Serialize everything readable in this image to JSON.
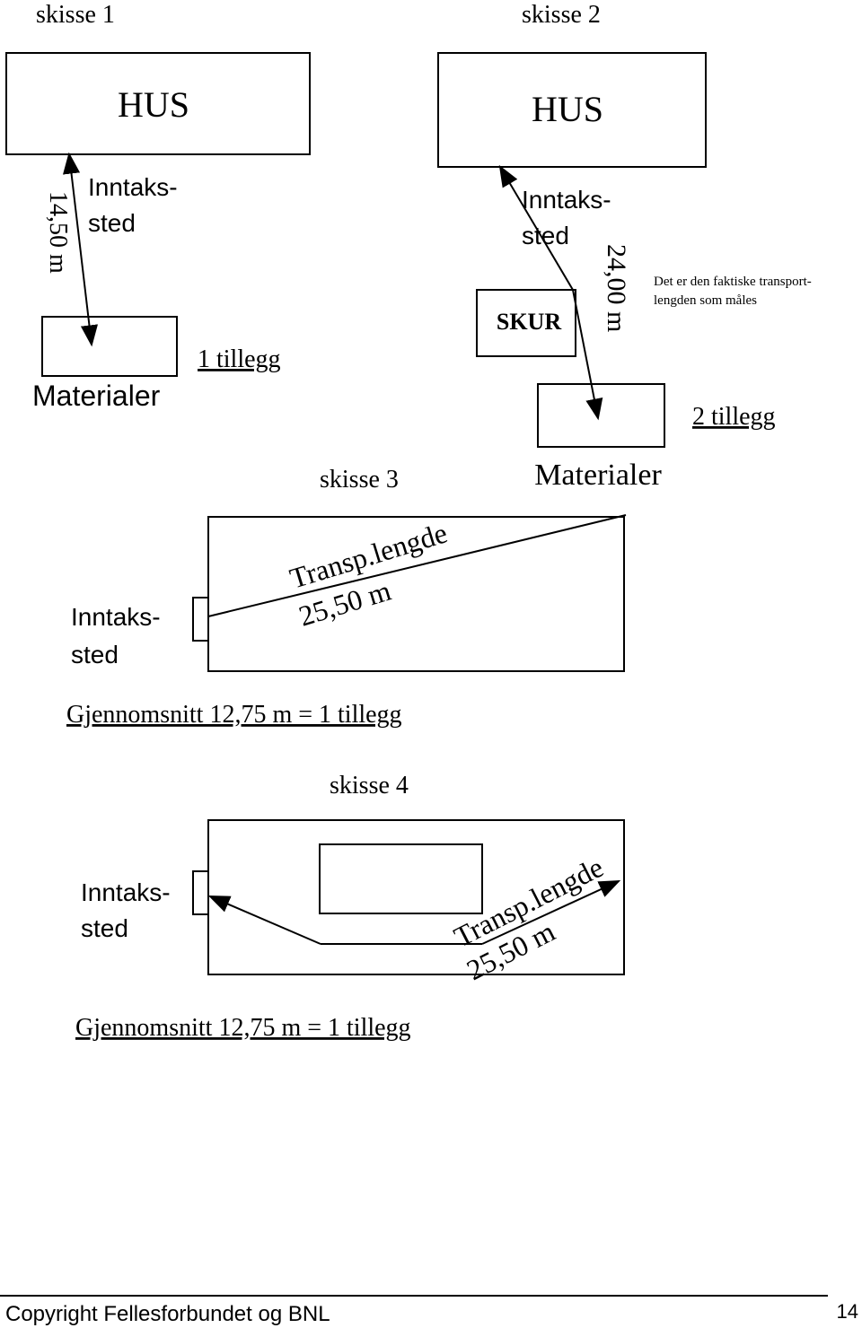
{
  "sketch1": {
    "title": "skisse 1",
    "house_label": "HUS",
    "intake_line1": "Inntaks-",
    "intake_line2": "sted",
    "distance": "14,50 m",
    "materials_label": "Materialer",
    "surcharge": "1 tillegg"
  },
  "sketch2": {
    "title": "skisse 2",
    "house_label": "HUS",
    "intake_line1": "Inntaks-",
    "intake_line2": "sted",
    "shed_label": "SKUR",
    "distance": "24,00 m",
    "note_line1": "Det er den faktiske transport-",
    "note_line2": "lengden som måles",
    "surcharge": "2 tillegg",
    "materials_label": "Materialer"
  },
  "sketch3": {
    "title": "skisse 3",
    "intake_line1": "Inntaks-",
    "intake_line2": "sted",
    "transport_label": "Transp.lengde",
    "transport_distance": "25,50 m",
    "average": "Gjennomsnitt 12,75 m = 1 tillegg"
  },
  "sketch4": {
    "title": "skisse 4",
    "intake_line1": "Inntaks-",
    "intake_line2": "sted",
    "transport_label": "Transp.lengde",
    "transport_distance": "25,50 m",
    "average": "Gjennomsnitt 12,75 m = 1 tillegg"
  },
  "footer": {
    "copyright": "Copyright Fellesforbundet og BNL",
    "page_number": "14"
  }
}
